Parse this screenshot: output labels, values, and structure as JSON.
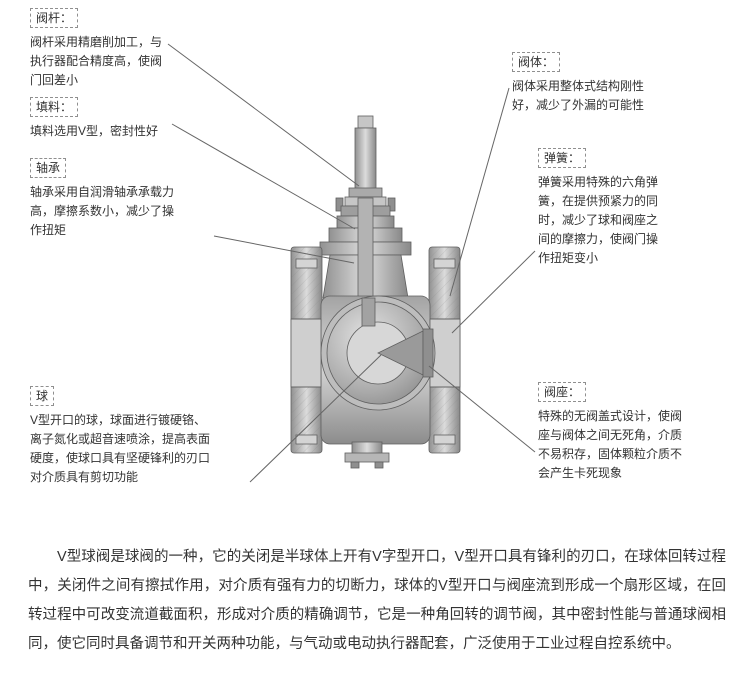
{
  "diagram": {
    "title_semantic": "V型球阀结构图",
    "callouts": [
      {
        "id": "valve-stem",
        "title": "阀杆：",
        "desc": "阀杆采用精磨削加工，与\n执行器配合精度高，使阀\n门回差小"
      },
      {
        "id": "packing",
        "title": "填料：",
        "desc": "填料选用V型，密封性好"
      },
      {
        "id": "bearing",
        "title": "轴承",
        "desc": "轴承采用自润滑轴承承载力\n高，摩擦系数小，减少了操\n作扭矩"
      },
      {
        "id": "ball",
        "title": "球",
        "desc": "V型开口的球，球面进行镀硬铬、\n离子氮化或超音速喷涂，提高表面\n硬度，使球口具有坚硬锋利的刃口\n对介质具有剪切功能"
      },
      {
        "id": "valve-body",
        "title": "阀体：",
        "desc": "阀体采用整体式结构刚性\n好，减少了外漏的可能性"
      },
      {
        "id": "spring",
        "title": "弹簧：",
        "desc": "弹簧采用特殊的六角弹\n簧，在提供预紧力的同\n时，减少了球和阀座之\n间的摩擦力，使阀门操\n作扭矩变小"
      },
      {
        "id": "valve-seat",
        "title": "阀座：",
        "desc": "特殊的无阀盖式设计，使阀\n座与阀体之间无死角，介质\n不易积存，固体颗粒介质不\n会产生卡死现象"
      }
    ]
  },
  "paragraph": "V型球阀是球阀的一种，它的关闭是半球体上开有V字型开口，V型开口具有锋利的刃口，在球体回转过程中，关闭件之间有擦拭作用，对介质有强有力的切断力，球体的V型开口与阀座流到形成一个扇形区域，在回转过程中可改变流道截面积，形成对介质的精确调节，它是一种角回转的调节阀，其中密封性能与普通球阀相同，使它同时具备调节和开关两种功能，与气动或电动执行器配套，广泛使用于工业过程自控系统中。",
  "colors": {
    "text": "#333333",
    "leader_line": "#666666",
    "metal_light": "#d8d8d8",
    "metal_dark": "#8e8e8e"
  }
}
